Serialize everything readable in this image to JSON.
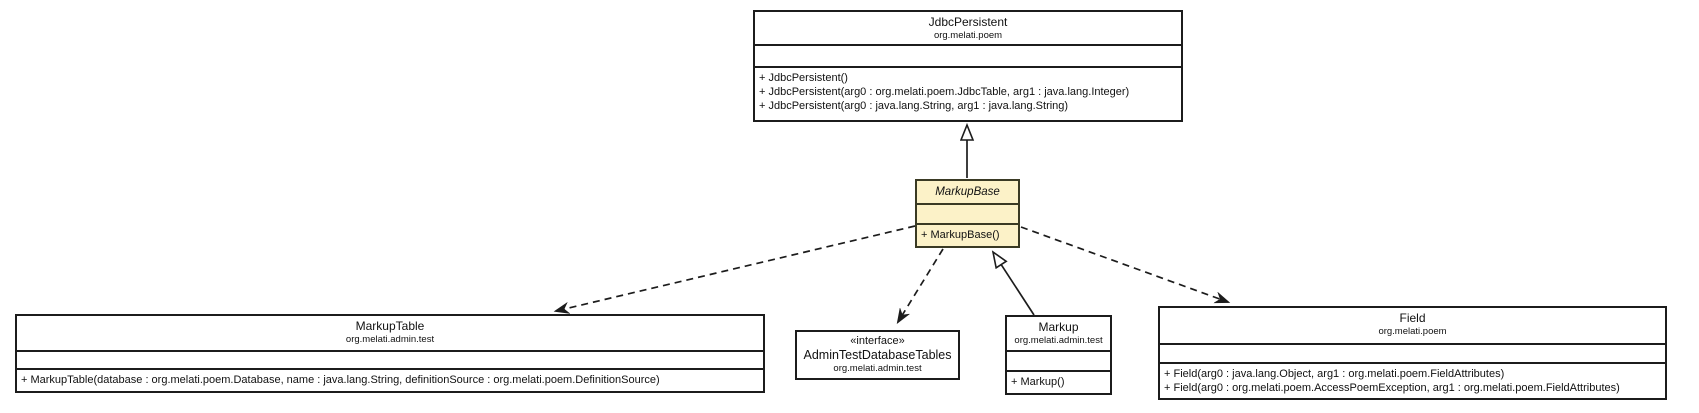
{
  "diagram": {
    "type": "uml-class-diagram",
    "colors": {
      "background": "#ffffff",
      "box_fill": "#ffffff",
      "box_border": "#1c1c1c",
      "highlight_fill": "#fcf2c8",
      "highlight_border": "#3a3a24",
      "line": "#1c1c1c"
    },
    "classes": [
      {
        "name": "JdbcPersistent",
        "package": "org.melati.poem",
        "methods": [
          "+ JdbcPersistent()",
          "+ JdbcPersistent(arg0 : org.melati.poem.JdbcTable, arg1 : java.lang.Integer)",
          "+ JdbcPersistent(arg0 : java.lang.String, arg1 : java.lang.String)"
        ]
      },
      {
        "name": "MarkupBase",
        "package": "",
        "abstract": true,
        "methods": [
          "+ MarkupBase()"
        ]
      },
      {
        "name": "MarkupTable",
        "package": "org.melati.admin.test",
        "methods": [
          "+ MarkupTable(database : org.melati.poem.Database, name : java.lang.String, definitionSource : org.melati.poem.DefinitionSource)"
        ]
      },
      {
        "name": "AdminTestDatabaseTables",
        "stereotype": "«interface»",
        "package": "org.melati.admin.test",
        "methods": []
      },
      {
        "name": "Markup",
        "package": "org.melati.admin.test",
        "methods": [
          "+ Markup()"
        ]
      },
      {
        "name": "Field",
        "package": "org.melati.poem",
        "methods": [
          "+ Field(arg0 : java.lang.Object, arg1 : org.melati.poem.FieldAttributes)",
          "+ Field(arg0 : org.melati.poem.AccessPoemException, arg1 : org.melati.poem.FieldAttributes)"
        ]
      }
    ],
    "relationships": [
      {
        "from": "MarkupBase",
        "to": "JdbcPersistent",
        "type": "generalization"
      },
      {
        "from": "Markup",
        "to": "MarkupBase",
        "type": "generalization"
      },
      {
        "from": "MarkupBase",
        "to": "MarkupTable",
        "type": "dependency"
      },
      {
        "from": "MarkupBase",
        "to": "AdminTestDatabaseTables",
        "type": "dependency"
      },
      {
        "from": "MarkupBase",
        "to": "Field",
        "type": "dependency"
      }
    ]
  }
}
